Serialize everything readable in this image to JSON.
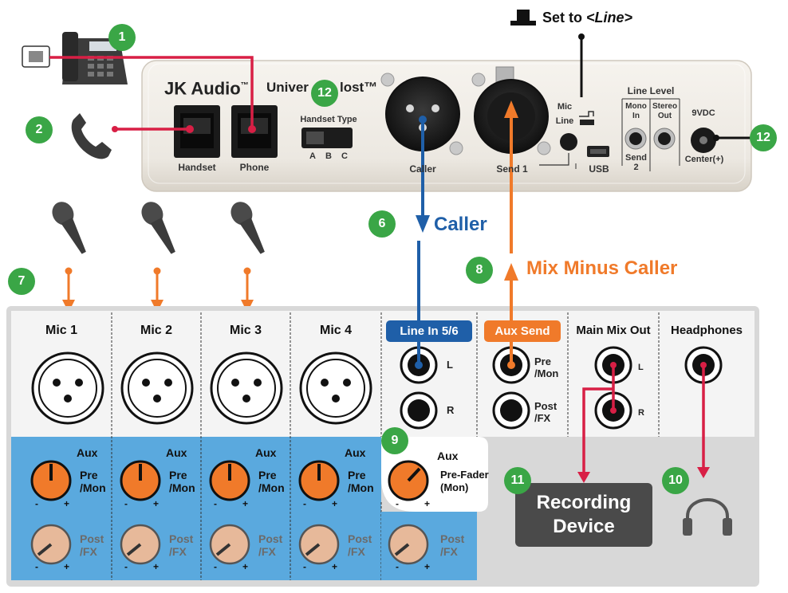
{
  "header": {
    "setto_prefix": "Set to ",
    "setto_value": "<Line>"
  },
  "device": {
    "brand": "JK Audio",
    "tm": "™",
    "model_a": "Univer",
    "model_b": "lost™",
    "jacks": {
      "handset": "Handset",
      "phone": "Phone",
      "caller": "Caller",
      "send1": "Send 1",
      "usb": "USB"
    },
    "handset_type": "Handset Type",
    "abc": [
      "A",
      "B",
      "C"
    ],
    "mic": "Mic",
    "line": "Line",
    "line_level": "Line Level",
    "mono_in": [
      "Mono",
      "In"
    ],
    "stereo_out": [
      "Stereo",
      "Out"
    ],
    "send2": [
      "Send",
      "2"
    ],
    "vdc": "9VDC",
    "center": "Center(+)"
  },
  "signals": {
    "caller": "Caller",
    "mix_minus": "Mix Minus Caller"
  },
  "badges": [
    "1",
    "2",
    "12",
    "6",
    "7",
    "8",
    "12",
    "9",
    "11",
    "10"
  ],
  "mixer": {
    "columns": [
      "Mic 1",
      "Mic 2",
      "Mic 3",
      "Mic 4",
      "Main Mix Out",
      "Headphones"
    ],
    "line_in": "Line In 5/6",
    "aux_send": "Aux Send",
    "L": "L",
    "R": "R",
    "pre": "Pre",
    "mon": "/Mon",
    "post": "Post",
    "fx": "/FX",
    "aux": "Aux",
    "pre_fader": "Pre-Fader",
    "mon_paren": "(Mon)",
    "minus": "-",
    "plus": "+"
  },
  "recording": {
    "line1": "Recording",
    "line2": "Device"
  },
  "colors": {
    "green": "#3aa646",
    "blue": "#1f5fa8",
    "orange": "#f07a2a",
    "red": "#d81f45",
    "panel": "#f4f4f4",
    "mixer_bg": "#d8d8d8",
    "aux_blue": "#5aa9de",
    "rec_bg": "#4a4a4a"
  },
  "icons": [
    "wall-jack-icon",
    "desk-phone-icon",
    "handset-icon",
    "microphone-icon",
    "headphones-icon",
    "switch-icon",
    "knob-icon"
  ]
}
